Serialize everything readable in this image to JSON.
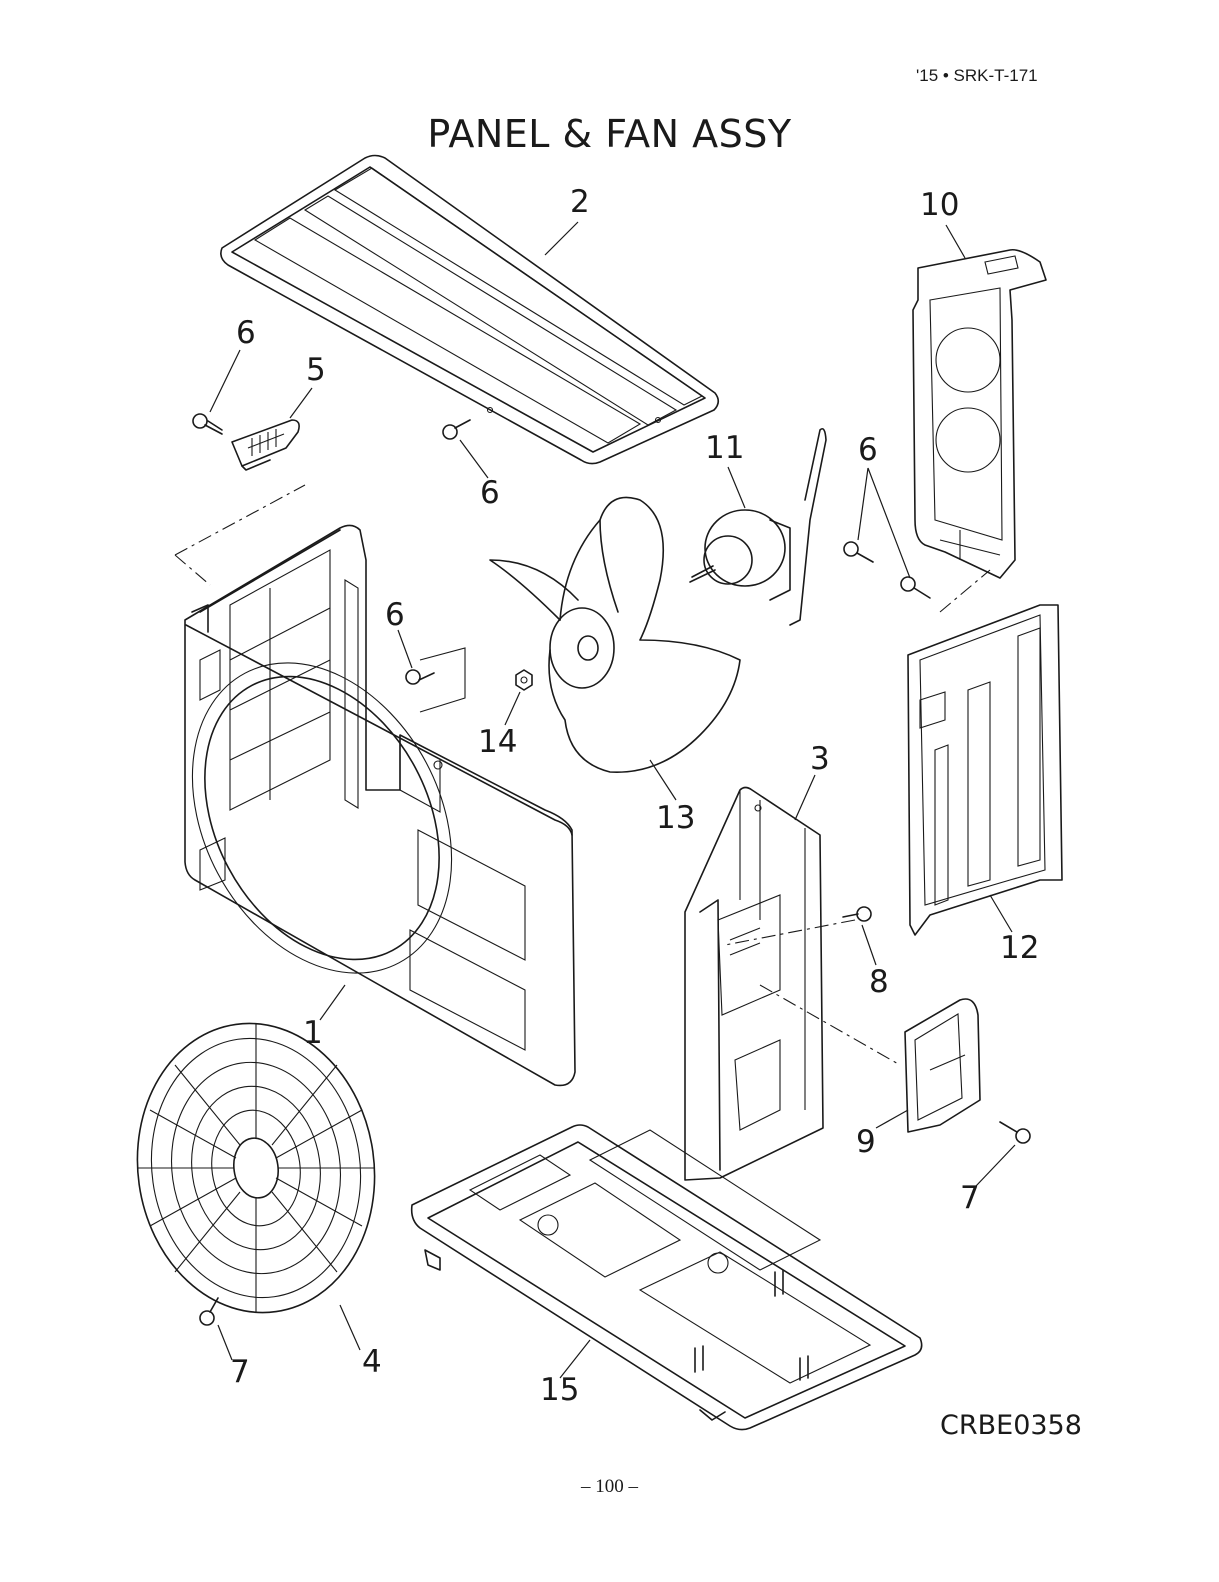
{
  "header": {
    "doc_code": "'15 • SRK-T-171"
  },
  "title": "PANEL & FAN ASSY",
  "drawing_code": "CRBE0358",
  "page_number": "– 100 –",
  "part_labels": [
    "1",
    "2",
    "3",
    "4",
    "5",
    "6",
    "6",
    "6",
    "6",
    "7",
    "7",
    "8",
    "9",
    "10",
    "11",
    "12",
    "13",
    "14",
    "15"
  ]
}
